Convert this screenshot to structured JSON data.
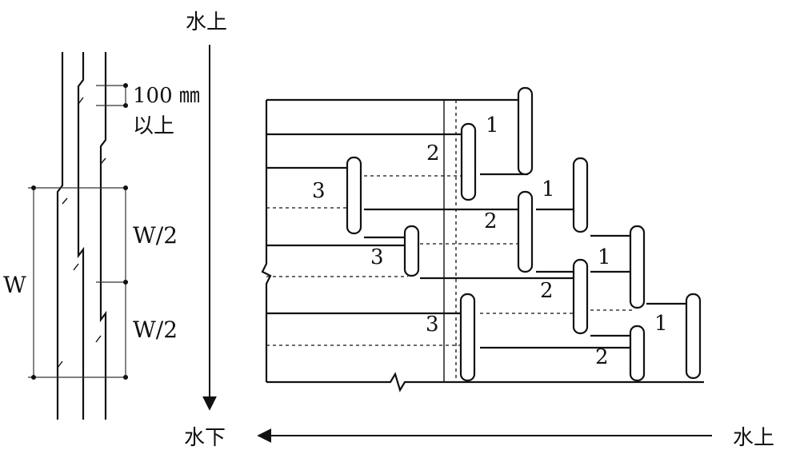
{
  "labels": {
    "water_up_top": "水上",
    "water_down": "水下",
    "water_up_right": "水上",
    "overlap_value": "100 ㎜",
    "overlap_suffix": "以上",
    "w": "W",
    "half_w_top": "W/2",
    "half_w_bottom": "W/2"
  },
  "sheets": [
    {
      "num": "1",
      "label": "1"
    },
    {
      "num": "2",
      "label": "2"
    },
    {
      "num": "3",
      "label": "3"
    },
    {
      "num": "1",
      "label": "1"
    },
    {
      "num": "2",
      "label": "2"
    },
    {
      "num": "3",
      "label": "3"
    },
    {
      "num": "1",
      "label": "1"
    },
    {
      "num": "2",
      "label": "2"
    },
    {
      "num": "3",
      "label": "3"
    },
    {
      "num": "1",
      "label": "1"
    },
    {
      "num": "2",
      "label": "2"
    }
  ]
}
